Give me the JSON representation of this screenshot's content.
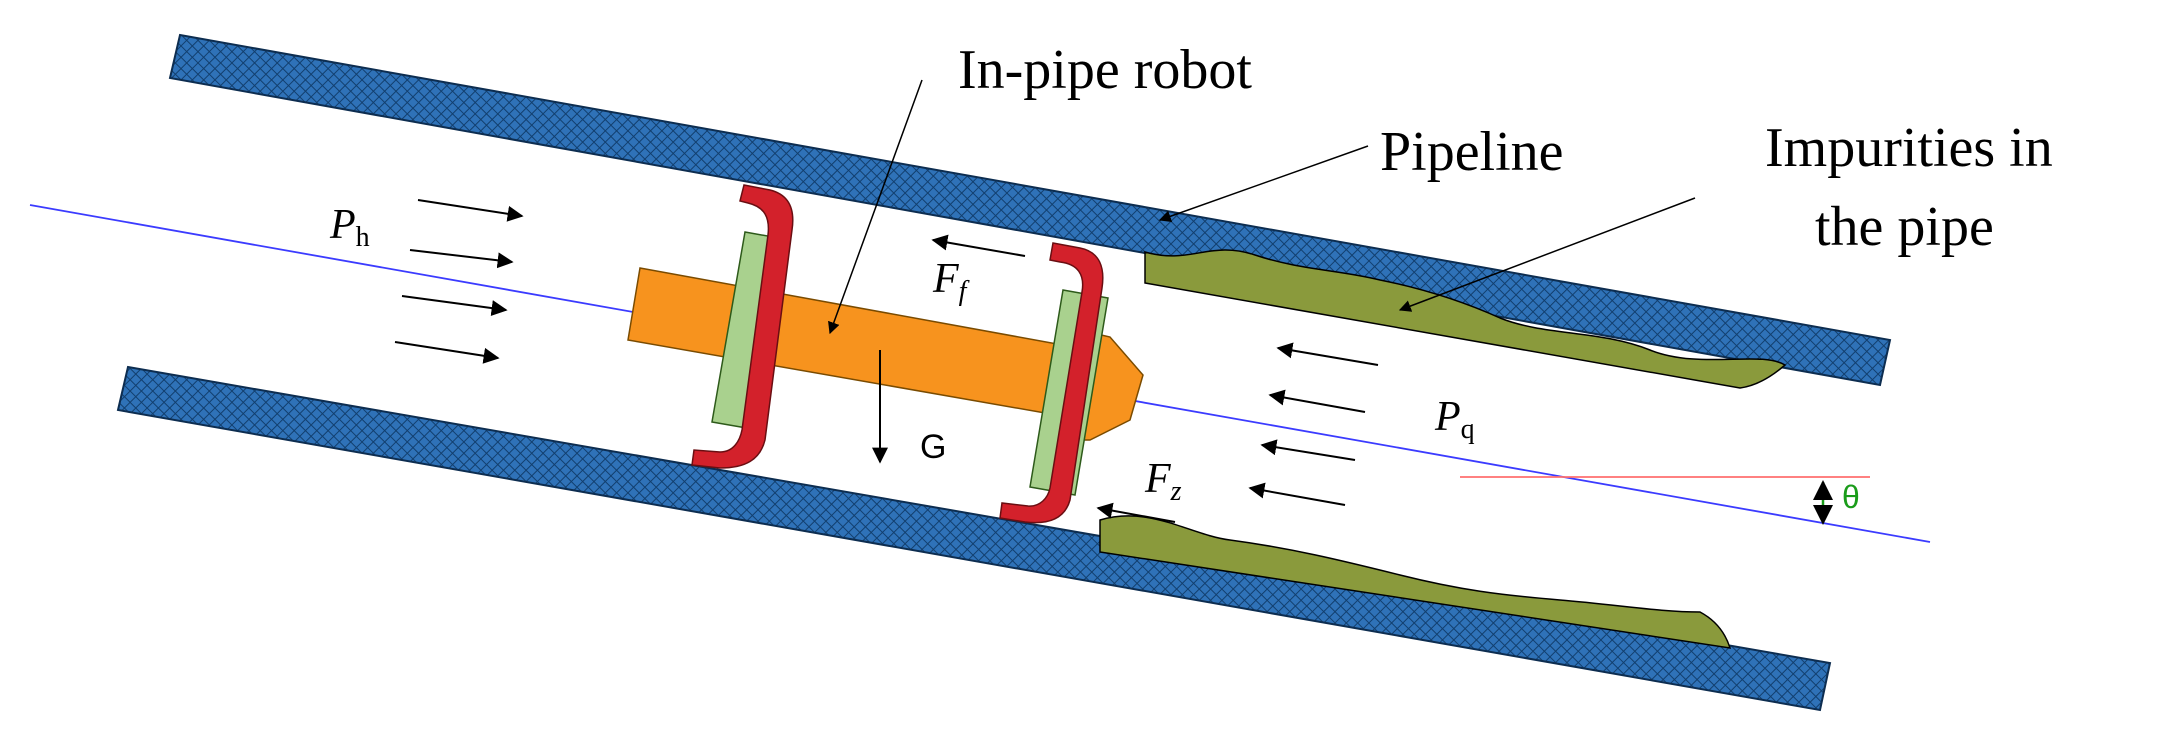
{
  "labels": {
    "robot": "In-pipe robot",
    "pipeline": "Pipeline",
    "impurities_line1": "Impurities in",
    "impurities_line2": "the pipe",
    "p_h_main": "P",
    "p_h_sub": "h",
    "p_q_main": "P",
    "p_q_sub": "q",
    "f_f_main": "F",
    "f_f_sub": "f",
    "f_z_main": "F",
    "f_z_sub": "z",
    "gravity": "G",
    "angle": "θ"
  },
  "colors": {
    "pipe_wall": "#2f72b8",
    "pipe_wall_hatch": "#123f6e",
    "robot_body": "#f7931e",
    "seal_cup": "#d3212b",
    "support_disk": "#a9d18e",
    "impurities": "#8a9a3c",
    "axis_line": "#3b3bff",
    "horizontal_ref": "#ff6f6f",
    "angle_marker": "#1a9c1a"
  }
}
